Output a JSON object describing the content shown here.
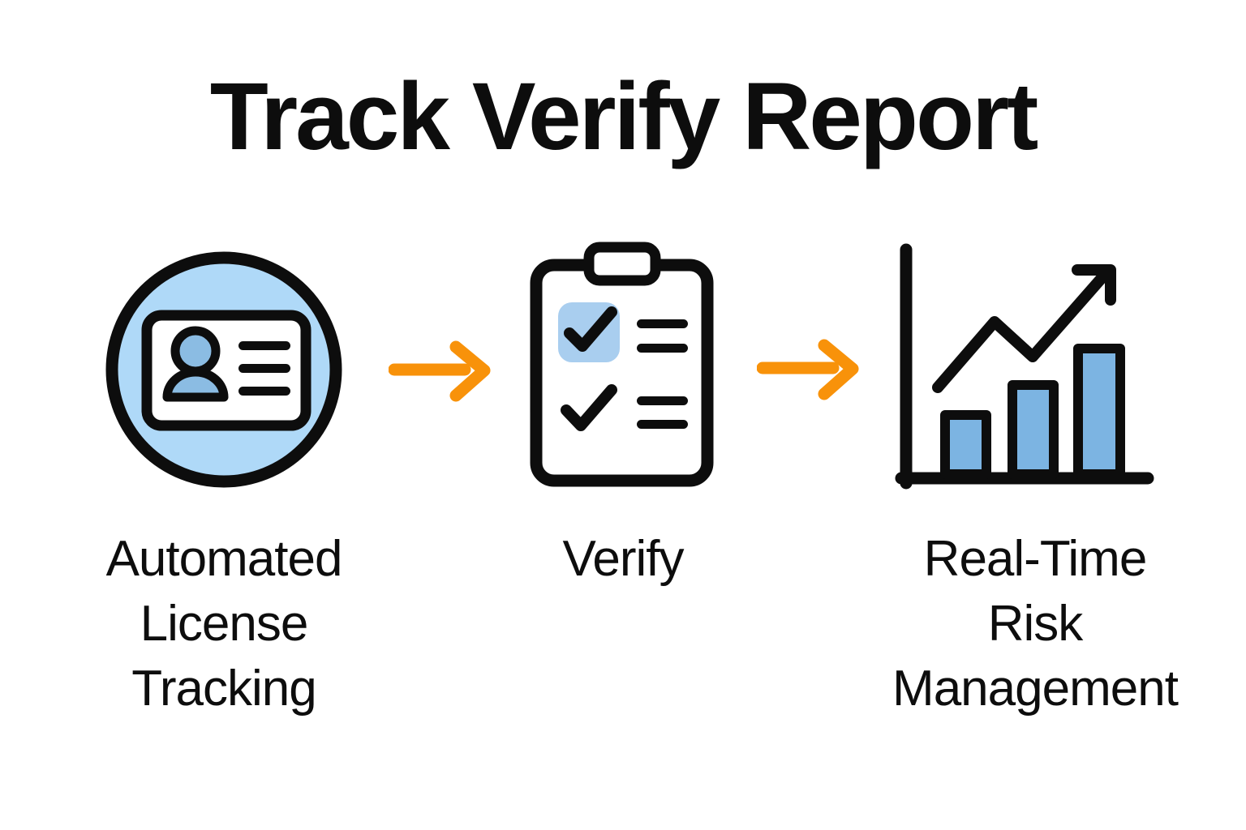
{
  "title": "Track Verify Report",
  "steps": [
    {
      "icon": "license-card-icon",
      "label": "Automated License Tracking",
      "lines": [
        "Automated",
        "License",
        "Tracking"
      ]
    },
    {
      "icon": "checklist-clipboard-icon",
      "label": "Verify",
      "lines": [
        "Verify"
      ]
    },
    {
      "icon": "growth-chart-icon",
      "label": "Real-Time Risk Management",
      "lines": [
        "Real-Time",
        "Risk",
        "Management"
      ]
    }
  ],
  "arrows": [
    {
      "name": "flow-arrow",
      "direction": "right"
    },
    {
      "name": "flow-arrow",
      "direction": "right"
    }
  ],
  "colors": {
    "ink": "#0d0d0d",
    "accent_orange": "#F8920A",
    "blue_light": "#AFD9F8",
    "blue_bar": "#7CB4E2",
    "blue_soft": "#A9CEEF",
    "blue_person": "#8BBCE3",
    "background": "#ffffff"
  }
}
